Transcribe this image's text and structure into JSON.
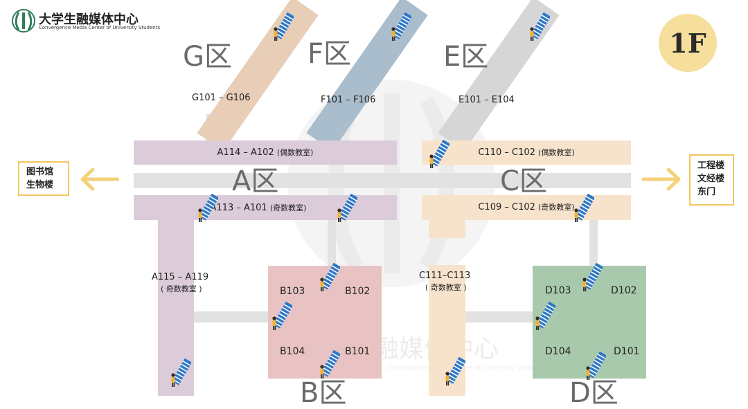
{
  "header": {
    "logo_title": "大学生融媒体中心",
    "logo_subtitle": "Convergence Media Center of University Students"
  },
  "floor": {
    "label": "1F"
  },
  "zones": {
    "G": {
      "name": "G区",
      "range": "G101 – G106"
    },
    "F": {
      "name": "F区",
      "range": "F101 – F106"
    },
    "E": {
      "name": "E区",
      "range": "E101 – E104"
    },
    "A": {
      "name": "A区",
      "top_bar": "A114 – A102",
      "top_bar_note": "(偶数教室)",
      "bottom_bar": "A113 – A101",
      "bottom_bar_note": "(奇数教室)",
      "side_range": "A115 – A119",
      "side_note": "( 奇数教室 )"
    },
    "C": {
      "name": "C区",
      "top_bar": "C110 – C102",
      "top_bar_note": "(偶数教室)",
      "bottom_bar": "C109 – C102",
      "bottom_bar_note": "(奇数教室)",
      "side_range": "C111–C113",
      "side_note": "( 奇数教室 )"
    },
    "B": {
      "name": "B区",
      "rooms": [
        "B103",
        "B102",
        "B104",
        "B101"
      ]
    },
    "D": {
      "name": "D区",
      "rooms": [
        "D103",
        "D102",
        "D104",
        "D101"
      ]
    }
  },
  "exits": {
    "left": [
      "图书馆",
      "生物楼"
    ],
    "right": [
      "工程楼",
      "文经楼",
      "东门"
    ]
  },
  "watermark": {
    "text": "融媒体中心",
    "subtext": "Convergence Media Center of University Students"
  },
  "colors": {
    "G": "#e8cdb7",
    "F": "#a9bdcc",
    "E": "#d6d6d6",
    "A": "#dccbd8",
    "C": "#f7e3cc",
    "B": "#e9c3c3",
    "D": "#a9c9ad",
    "corridor": "#e2e2e2",
    "arrow": "#f3d27b",
    "floor_badge": "#f6df9c"
  },
  "icons": [
    "stairs-icon",
    "arrow-left-icon",
    "arrow-right-icon",
    "logo-icon"
  ]
}
